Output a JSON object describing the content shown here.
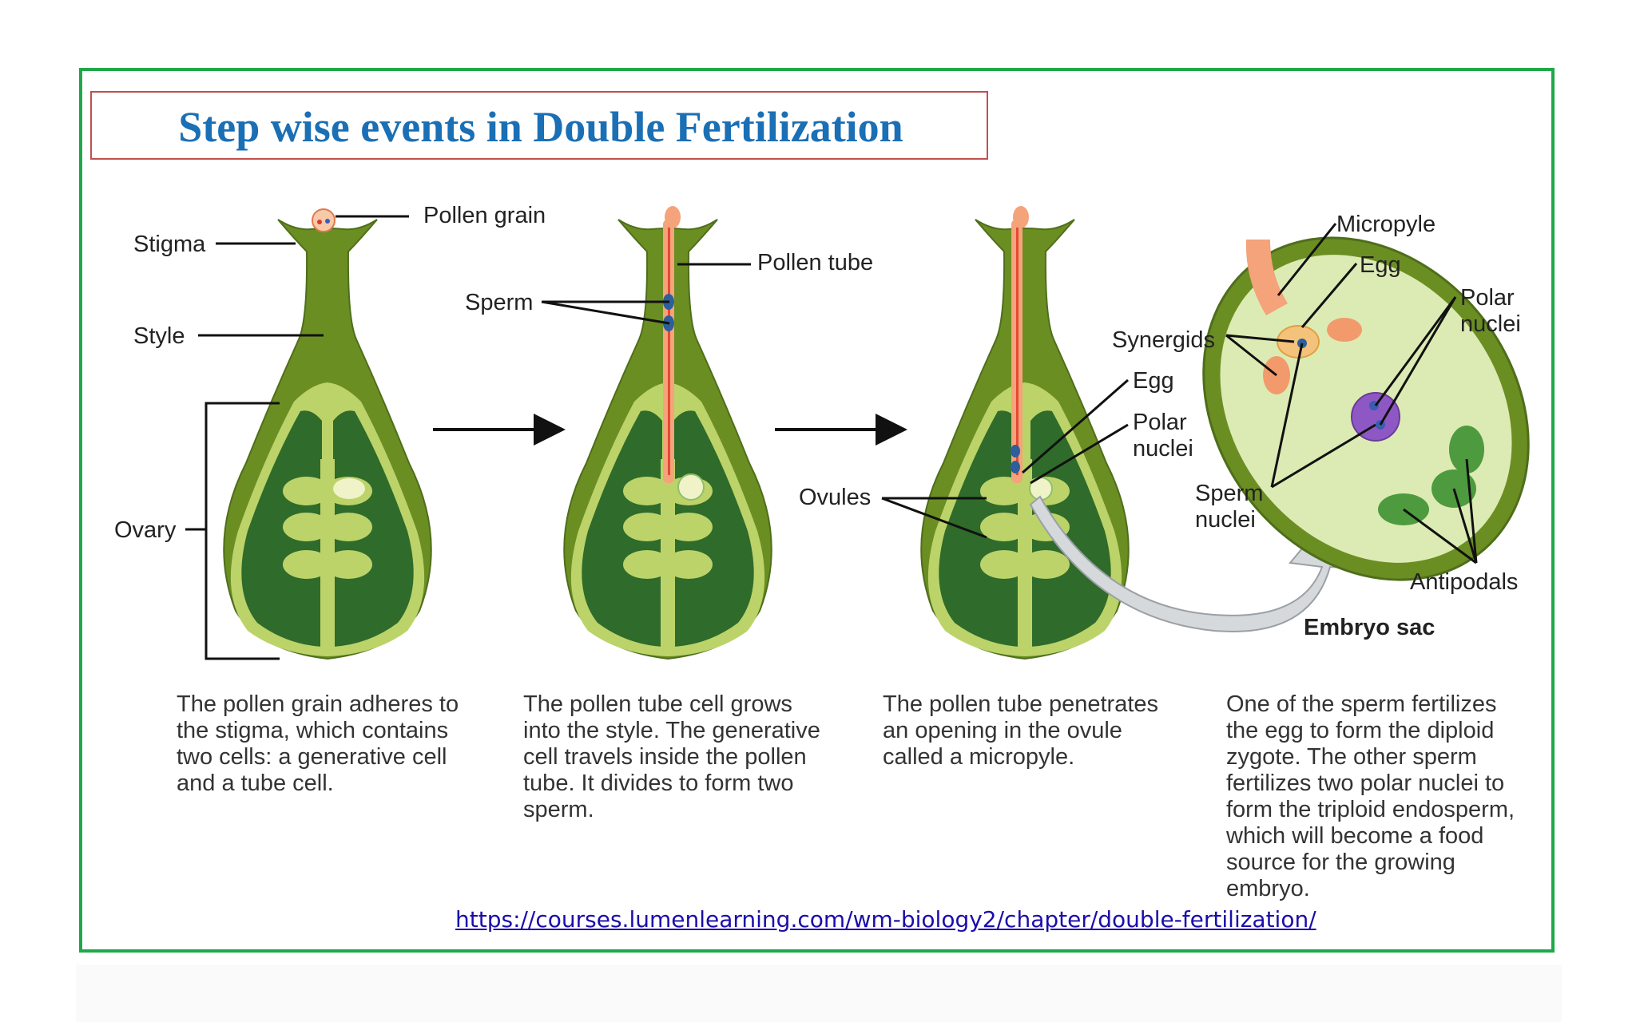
{
  "title": "Step wise events in Double Fertilization",
  "labels": {
    "pollen_grain": "Pollen grain",
    "stigma": "Stigma",
    "style": "Style",
    "ovary": "Ovary",
    "pollen_tube": "Pollen tube",
    "sperm": "Sperm",
    "ovules": "Ovules",
    "egg": "Egg",
    "polar_nuclei_line1": "Polar",
    "polar_nuclei_line2": "nuclei",
    "micropyle": "Micropyle",
    "egg_sac": "Egg",
    "synergids": "Synergids",
    "polar_nuclei_sac_line1": "Polar",
    "polar_nuclei_sac_line2": "nuclei",
    "sperm_nuclei_line1": "Sperm",
    "sperm_nuclei_line2": "nuclei",
    "antipodals": "Antipodals",
    "embryo_sac": "Embryo sac"
  },
  "captions": [
    {
      "lines": [
        "The pollen grain adheres to",
        "the stigma, which contains",
        "two cells: a generative cell",
        "and a tube cell."
      ]
    },
    {
      "lines": [
        "The pollen tube cell grows",
        "into the style. The generative",
        "cell travels inside the pollen",
        "tube. It divides to form two",
        "sperm."
      ]
    },
    {
      "lines": [
        "The pollen tube penetrates",
        "an opening in the ovule",
        "called a micropyle."
      ]
    },
    {
      "lines": [
        "One of the sperm fertilizes",
        "the egg to form the diploid",
        "zygote. The other sperm",
        "fertilizes two polar nuclei to",
        "form the triploid endosperm,",
        "which will become a food",
        "source for the growing",
        "embryo."
      ]
    }
  ],
  "source_link": "https://courses.lumenlearning.com/wm-biology2/chapter/double-fertilization/",
  "colors": {
    "frame": "#1fa84a",
    "title_border": "#c0504d",
    "title_text": "#1a6fb5",
    "pistil_outer": "#6b8e23",
    "ovary_inner": "#2f6b2a",
    "ovule": "#bcd36a",
    "pollen_tube": "#f4a37b",
    "embryo_sac_fill": "#dcebb4",
    "link": "#1a0dab"
  }
}
